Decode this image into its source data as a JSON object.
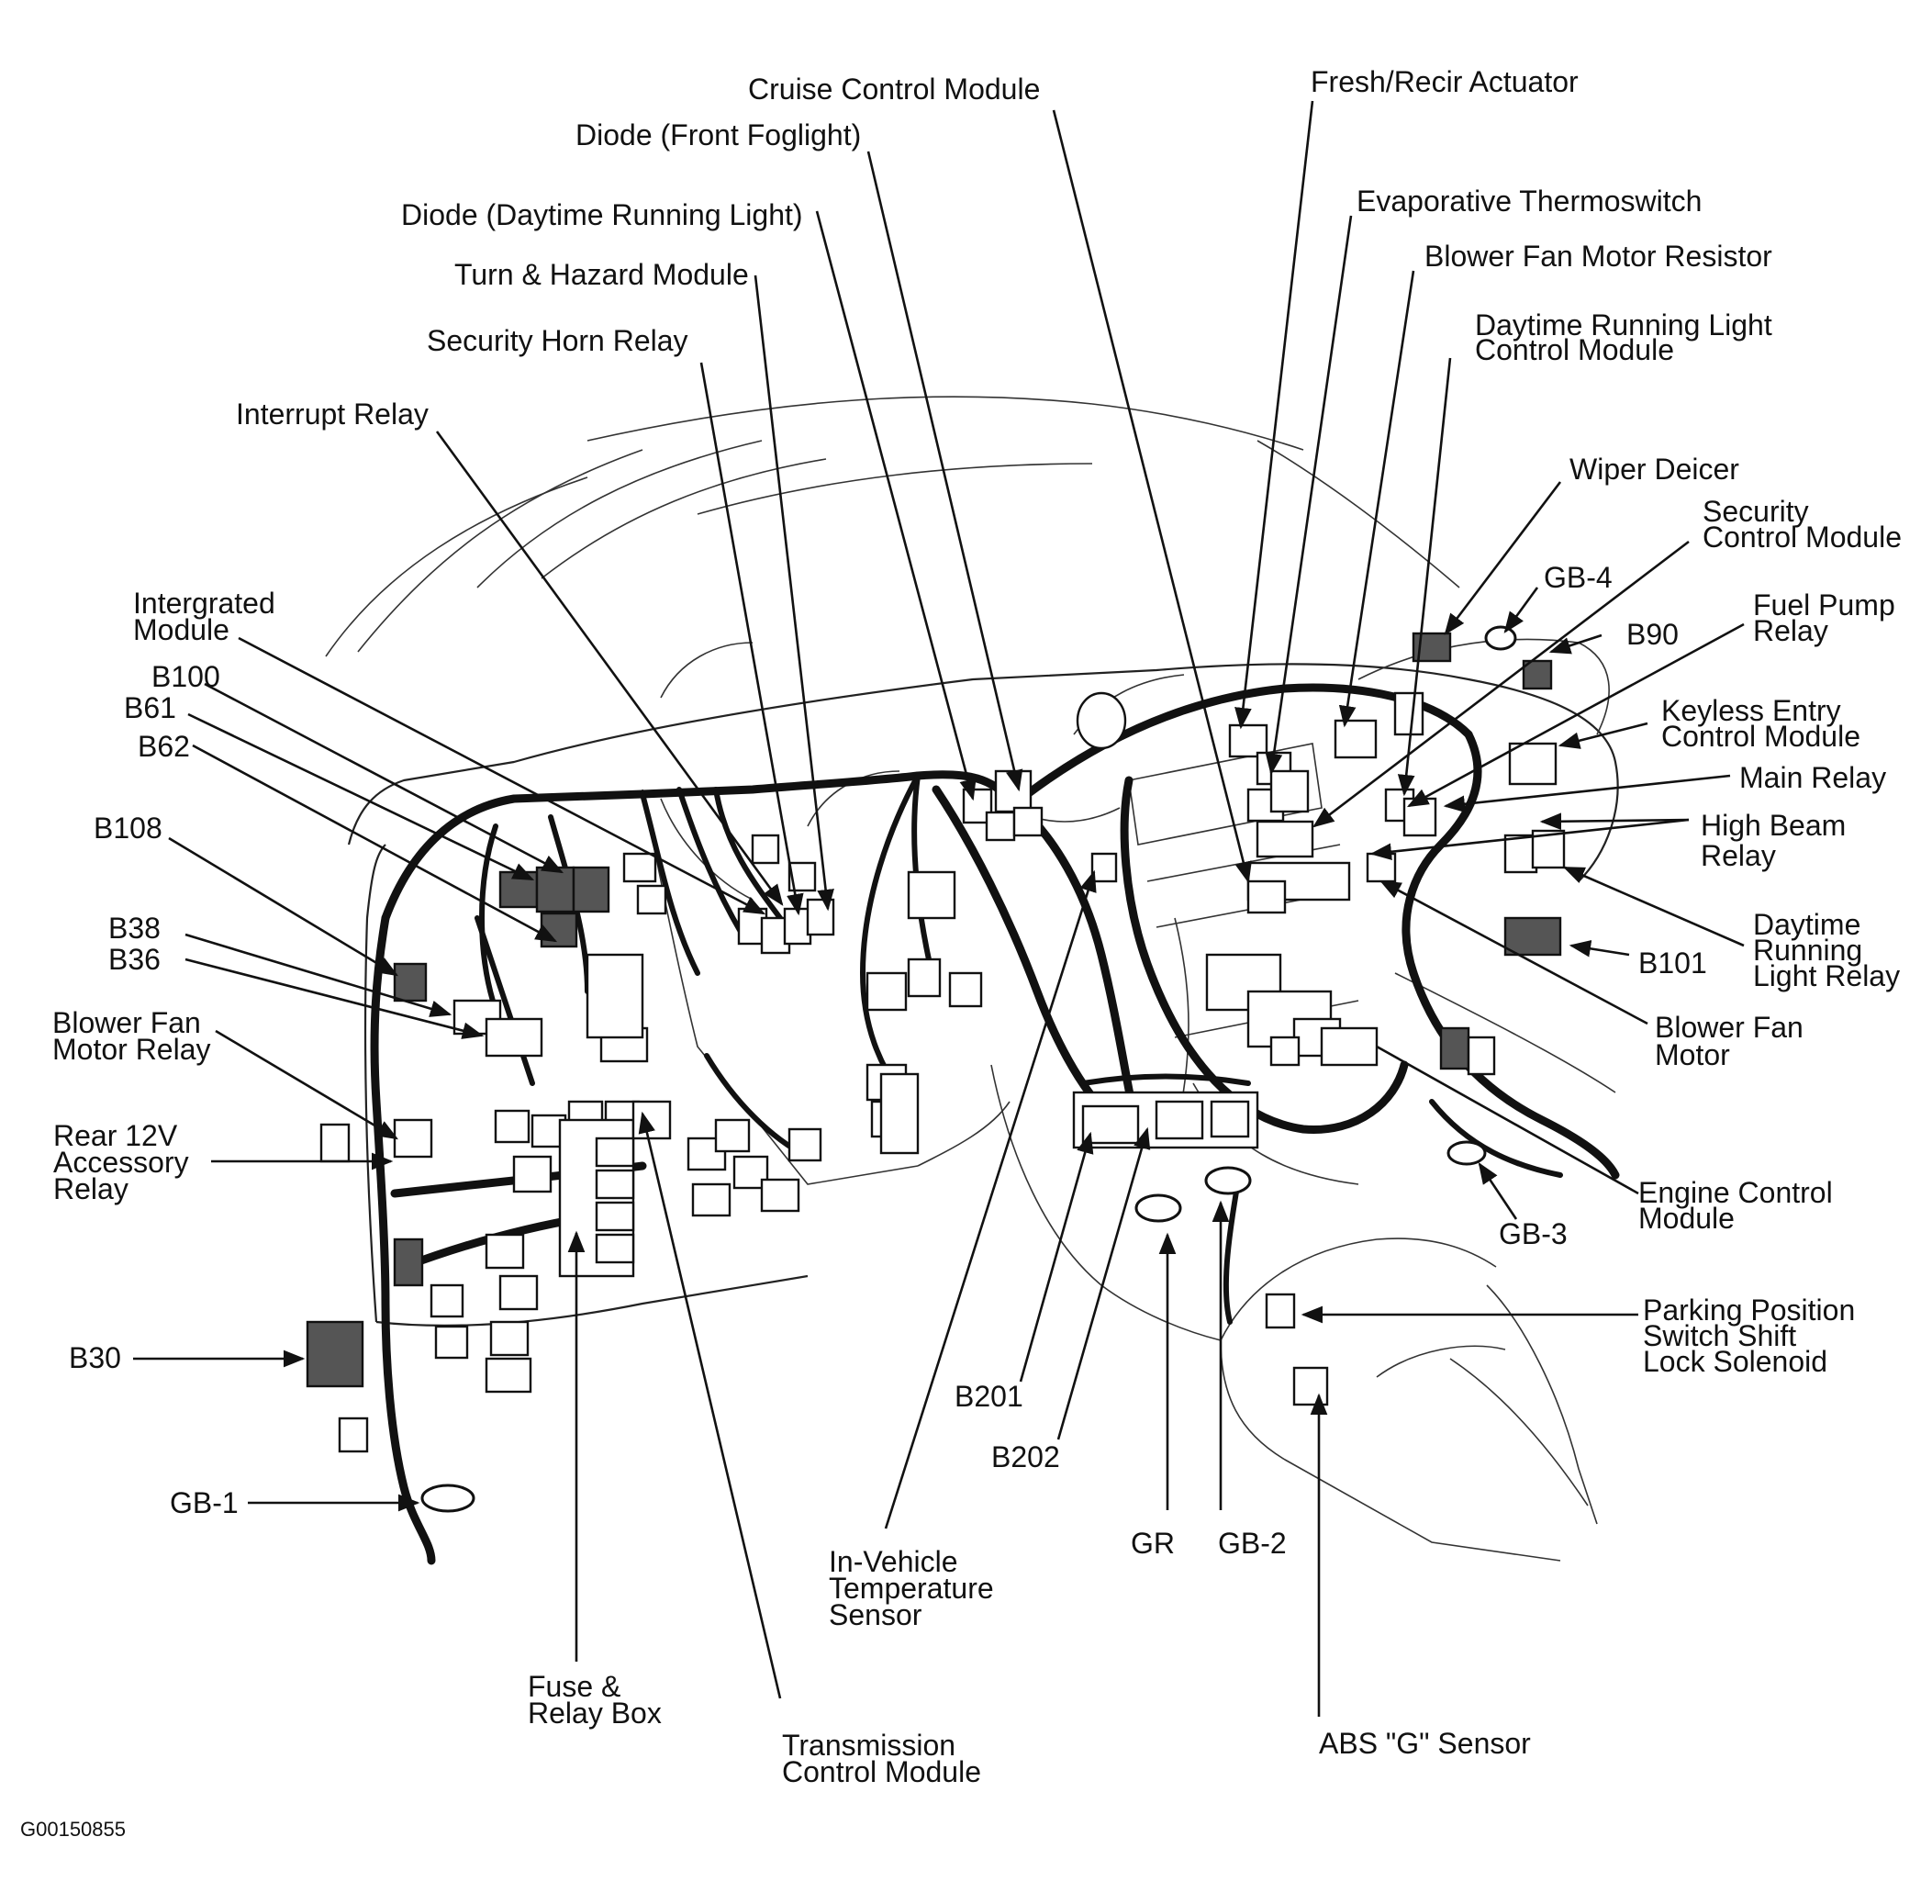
{
  "labels": {
    "cruise_control_module": "Cruise Control Module",
    "diode_front_foglight": "Diode (Front Foglight)",
    "diode_drl": "Diode (Daytime Running Light)",
    "turn_hazard_module": "Turn & Hazard Module",
    "security_horn_relay": "Security Horn Relay",
    "interrupt_relay": "Interrupt Relay",
    "integrated_module_1": "Intergrated",
    "integrated_module_2": "Module",
    "b100": "B100",
    "b61": "B61",
    "b62": "B62",
    "b108": "B108",
    "b38": "B38",
    "b36": "B36",
    "blower_fan_motor_relay_1": "Blower Fan",
    "blower_fan_motor_relay_2": "Motor Relay",
    "rear_12v_1": "Rear 12V",
    "rear_12v_2": "Accessory",
    "rear_12v_3": "Relay",
    "b30": "B30",
    "gb1": "GB-1",
    "fuse_relay_box_1": "Fuse &",
    "fuse_relay_box_2": "Relay Box",
    "tcm_1": "Transmission",
    "tcm_2": "Control Module",
    "in_vehicle_temp_1": "In-Vehicle",
    "in_vehicle_temp_2": "Temperature",
    "in_vehicle_temp_3": "Sensor",
    "b201": "B201",
    "b202": "B202",
    "gr": "GR",
    "gb2": "GB-2",
    "abs_g_sensor": "ABS \"G\" Sensor",
    "fresh_recir_actuator": "Fresh/Recir Actuator",
    "evaporative_thermoswitch": "Evaporative Thermoswitch",
    "blower_fan_motor_resistor": "Blower Fan Motor Resistor",
    "drl_control_module_1": "Daytime Running Light",
    "drl_control_module_2": "Control Module",
    "wiper_deicer": "Wiper Deicer",
    "security_control_module_1": "Security",
    "security_control_module_2": "Control Module",
    "gb4": "GB-4",
    "b90": "B90",
    "fuel_pump_relay_1": "Fuel Pump",
    "fuel_pump_relay_2": "Relay",
    "keyless_entry_1": "Keyless Entry",
    "keyless_entry_2": "Control Module",
    "main_relay": "Main Relay",
    "high_beam_relay_1": "High Beam",
    "high_beam_relay_2": "Relay",
    "drl_relay_1": "Daytime",
    "drl_relay_2": "Running",
    "drl_relay_3": "Light Relay",
    "b101": "B101",
    "blower_fan_motor_1": "Blower Fan",
    "blower_fan_motor_2": "Motor",
    "ecm_1": "Engine Control",
    "ecm_2": "Module",
    "gb3": "GB-3",
    "parking_position_1": "Parking Position",
    "parking_position_2": "Switch Shift",
    "parking_position_3": "Lock Solenoid"
  },
  "figure_code": "G00150855"
}
